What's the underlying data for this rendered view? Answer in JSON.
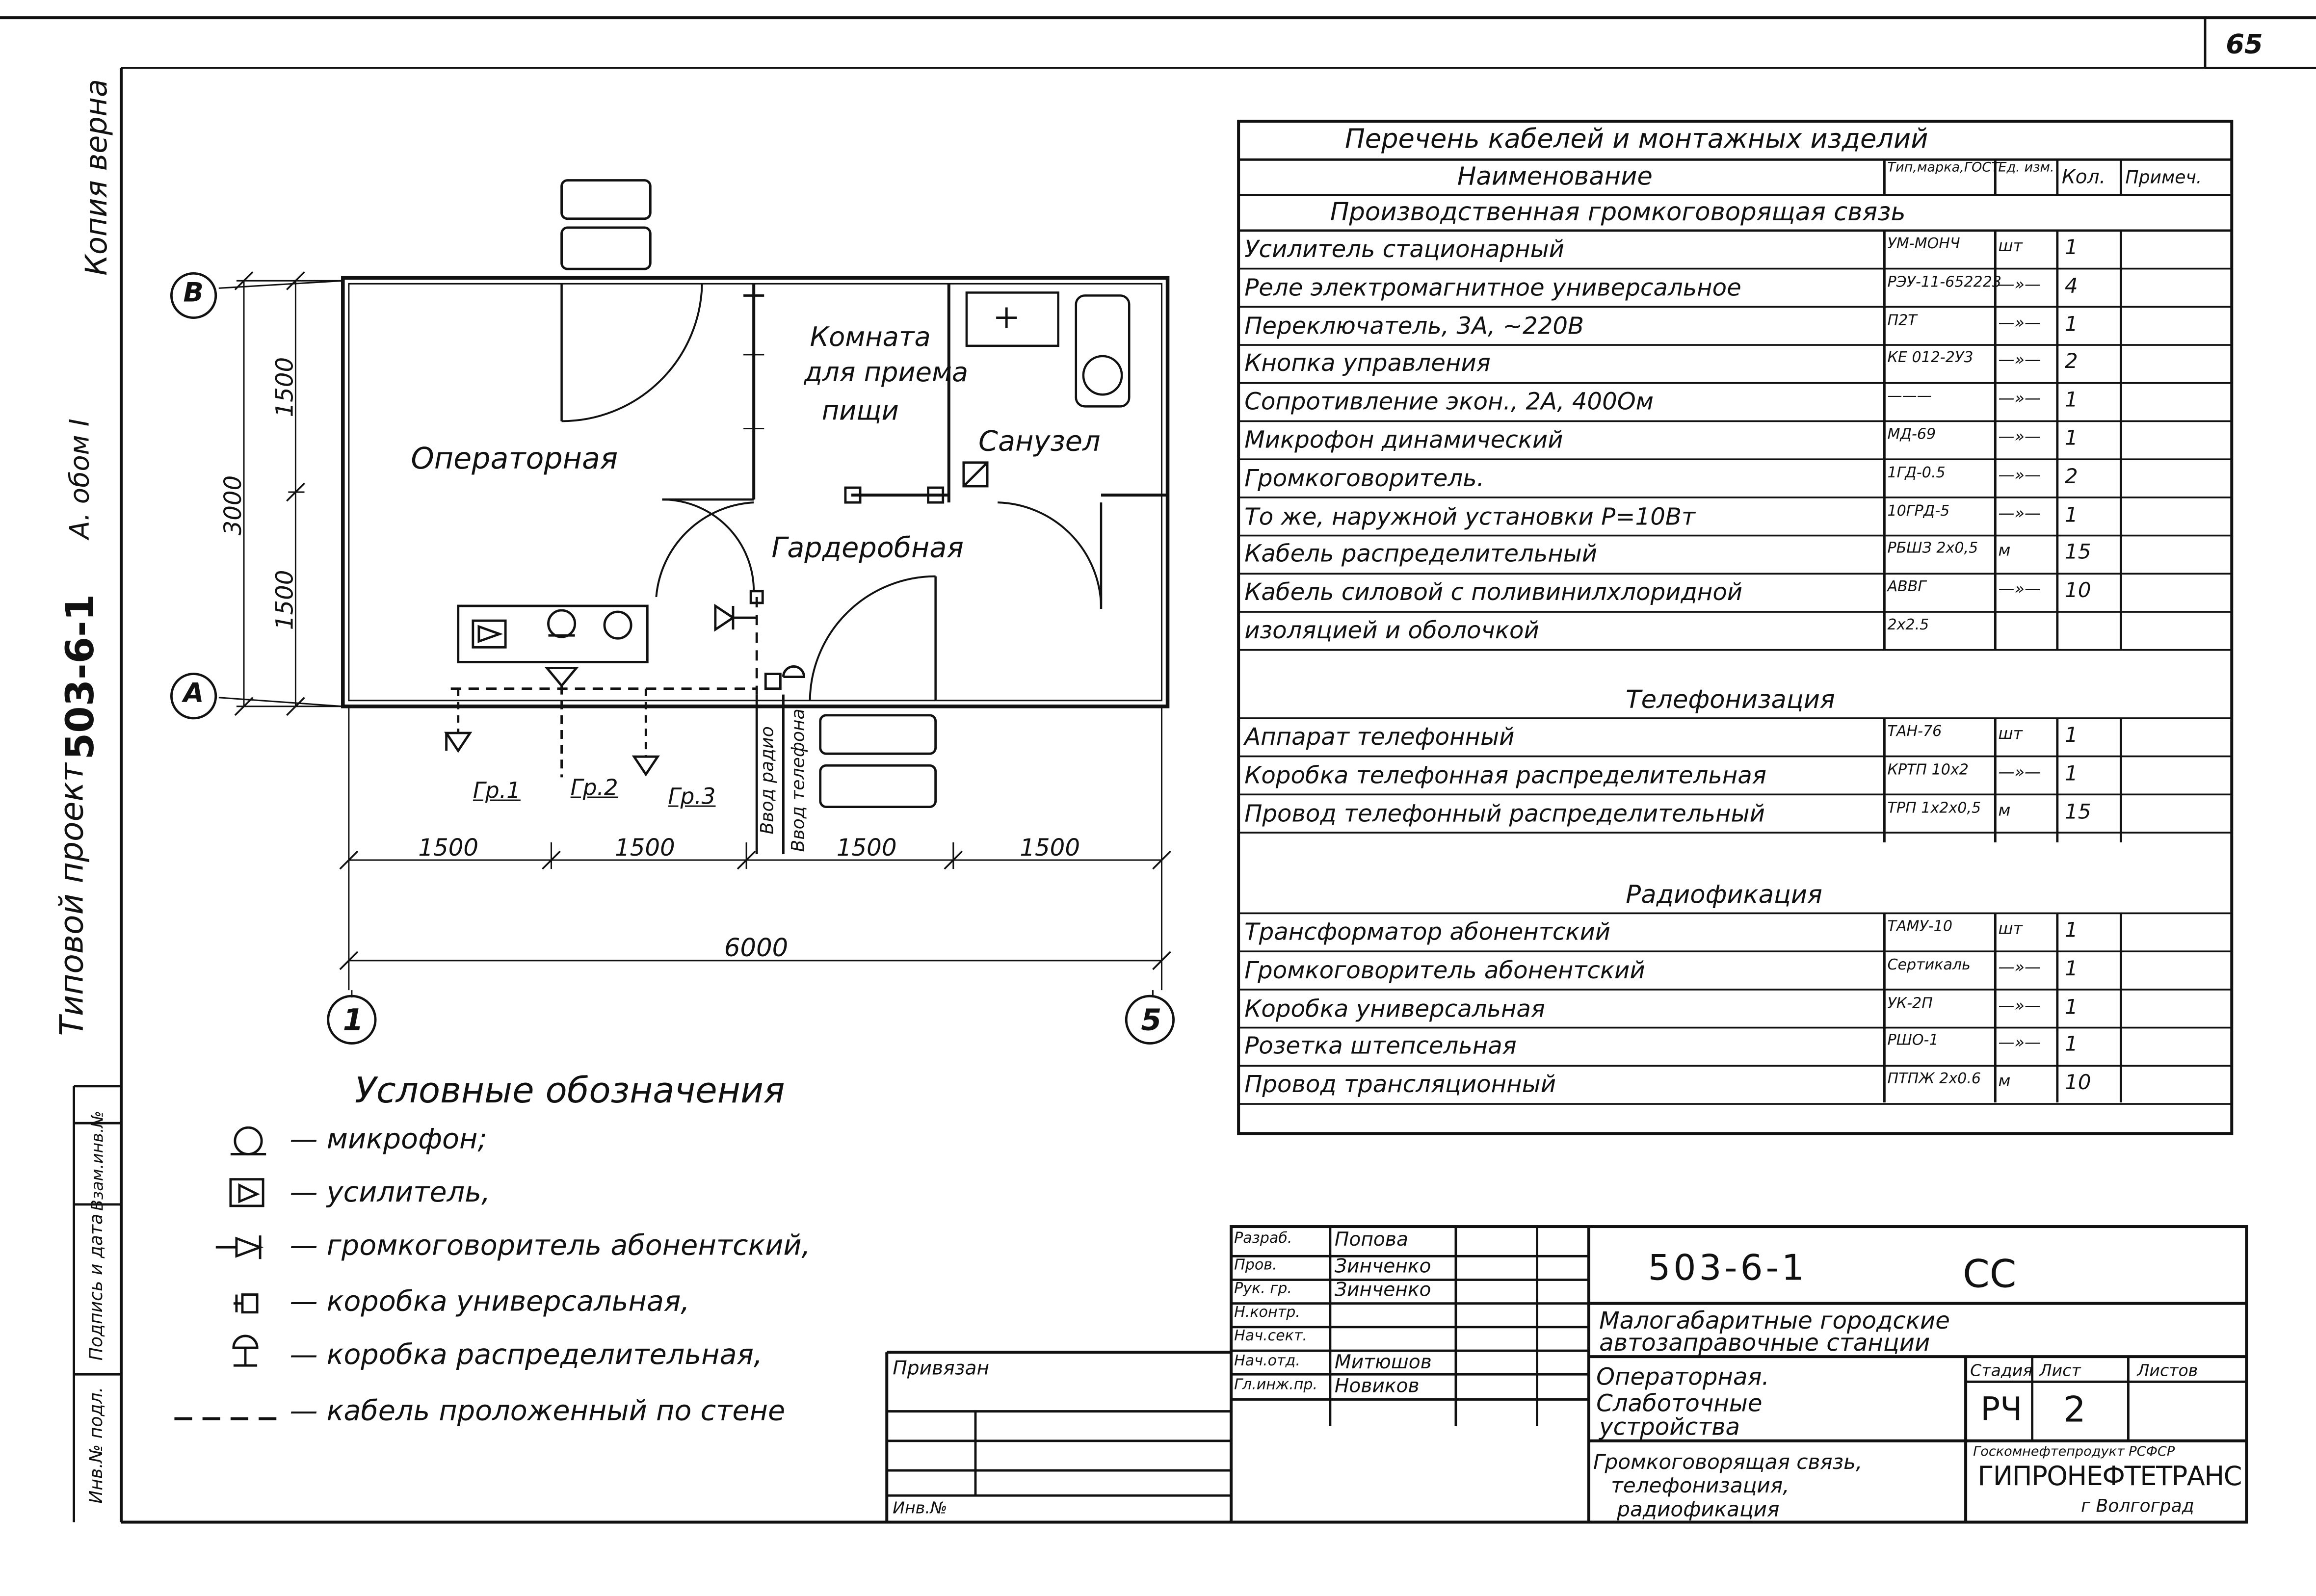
{
  "sheet": {
    "number": "65"
  },
  "side_stamps": {
    "project": "Типовой проект",
    "code": "503-6-1",
    "album": "А. обом I",
    "copy": "Копия верна",
    "inv_sign": "Инв.№ подл.",
    "sign_date": "Подпись и дата",
    "inv_repl": "Взам.инв.№"
  },
  "plan": {
    "rooms": {
      "operator": "Операторная",
      "dining": [
        "Комната",
        "для приема",
        "пищи"
      ],
      "sanuzel": "Санузел",
      "garderob": "Гардеробная"
    },
    "axes": [
      "В",
      "А",
      "1",
      "5"
    ],
    "dims_vertical": [
      "1500",
      "3000",
      "1500"
    ],
    "dims_horizontal": [
      "1500",
      "1500",
      "1500",
      "1500"
    ],
    "dim_total": "6000",
    "groups": [
      "Гр.1",
      "Гр.2",
      "Гр.3"
    ],
    "inputs": [
      "Ввод радио",
      "Ввод телефона"
    ]
  },
  "legend": {
    "title": "Условные обозначения",
    "items": [
      {
        "icon": "microphone-icon",
        "text": "— микрофон;"
      },
      {
        "icon": "amplifier-icon",
        "text": "— усилитель,"
      },
      {
        "icon": "loudspeaker-icon",
        "text": "— громкоговоритель абонентский,"
      },
      {
        "icon": "universal-box-icon",
        "text": "— коробка универсальная,"
      },
      {
        "icon": "distribution-box-icon",
        "text": "— коробка распределительная,"
      },
      {
        "icon": "wall-cable-icon",
        "text": "— кабель проложенный по стене"
      }
    ]
  },
  "table": {
    "title": "Перечень кабелей и монтажных изделий",
    "headers": [
      "Наименование",
      "Тип,марка,ГОСТ",
      "Ед. изм.",
      "Кол.",
      "Примеч."
    ],
    "sections": [
      {
        "title": "Производственная громкоговорящая связь",
        "rows": [
          [
            "Усилитель стационарный",
            "УМ-МОНЧ",
            "шт",
            "1",
            ""
          ],
          [
            "Реле электромагнитное универсальное",
            "РЭУ-11-652223",
            "—»—",
            "4",
            ""
          ],
          [
            "Переключатель, 3А, ~220В",
            "П2Т",
            "—»—",
            "1",
            ""
          ],
          [
            "Кнопка управления",
            "КЕ 012-2У3",
            "—»—",
            "2",
            ""
          ],
          [
            "Сопротивление экон., 2А, 400Ом",
            "———",
            "—»—",
            "1",
            ""
          ],
          [
            "Микрофон динамический",
            "МД-69",
            "—»—",
            "1",
            ""
          ],
          [
            "Громкоговоритель.",
            "1ГД-0.5",
            "—»—",
            "2",
            ""
          ],
          [
            "То же, наружной установки  Р=10Вт",
            "10ГРД-5",
            "—»—",
            "1",
            ""
          ],
          [
            "Кабель распределительный",
            "РБШЗ 2х0,5",
            "м",
            "15",
            ""
          ],
          [
            "Кабель силовой с поливинилхлоридной",
            "АВВГ",
            "—»—",
            "10",
            ""
          ],
          [
            "изоляцией и оболочкой",
            "2х2.5",
            "",
            "",
            ""
          ]
        ]
      },
      {
        "title": "Телефонизация",
        "rows": [
          [
            "Аппарат телефонный",
            "ТАН-76",
            "шт",
            "1",
            ""
          ],
          [
            "Коробка телефонная распределительная",
            "КРТП 10х2",
            "—»—",
            "1",
            ""
          ],
          [
            "Провод телефонный распределительный",
            "ТРП 1х2х0,5",
            "м",
            "15",
            ""
          ]
        ]
      },
      {
        "title": "Радиофикация",
        "rows": [
          [
            "Трансформатор абонентский",
            "ТАМУ-10",
            "шт",
            "1",
            ""
          ],
          [
            "Громкоговоритель абонентский",
            "Сертикаль",
            "—»—",
            "1",
            ""
          ],
          [
            "Коробка универсальная",
            "УК-2П",
            "—»—",
            "1",
            ""
          ],
          [
            "Розетка штепсельная",
            "РШО-1",
            "—»—",
            "1",
            ""
          ],
          [
            "Провод трансляционный",
            "ПТПЖ 2х0.6",
            "м",
            "10",
            ""
          ]
        ]
      }
    ]
  },
  "title_block": {
    "roles": [
      "Разраб.",
      "Пров.",
      "Рук. гр.",
      "Н.контр.",
      "Нач.сект.",
      "Нач.отд.",
      "Гл.инж.пр."
    ],
    "names": [
      "Попова",
      "Зинченко",
      "Зинченко",
      "",
      "",
      "Митюшов",
      "Новиков"
    ],
    "privyazan": "Привязан",
    "inv_no": "Инв.№",
    "code": "503-6-1",
    "mark": "СС",
    "object": "Малогабаритные городские автозаправочные станции",
    "sheet_title": [
      "Операторная.",
      "Слаботочные",
      "устройства"
    ],
    "subtitle": [
      "Громкоговорящая связь,",
      "телефонизация,",
      "радиофикация"
    ],
    "stage_label": "Стадия",
    "sheet_label": "Лист",
    "sheets_label": "Листов",
    "stage": "РЧ",
    "sheet_num": "2",
    "org_top": "Госкомнефтепродукт РСФСР",
    "org": "ГИПРОНЕФТЕТРАНС",
    "city": "г Волгоград"
  }
}
